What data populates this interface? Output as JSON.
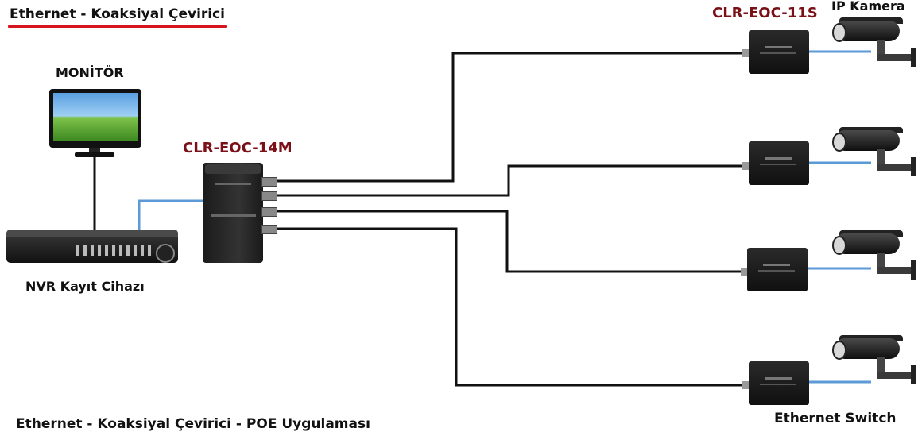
{
  "header": {
    "title": "Ethernet - Koaksiyal Çevirici"
  },
  "labels": {
    "monitor": "MONİTÖR",
    "nvr": "NVR Kayıt Cihazı",
    "hub_model": "CLR-EOC-14M",
    "converter_model": "CLR-EOC-11S",
    "ip_camera": "IP Kamera",
    "ethernet_switch": "Ethernet Switch"
  },
  "footer": {
    "caption": "Ethernet - Koaksiyal Çevirici - POE Uygulaması"
  },
  "colors": {
    "coax_cable": "#111111",
    "ethernet_cable": "#5b9ad6",
    "title_underline": "#d6141e",
    "model_label": "#7a1018"
  },
  "icons": [
    "monitor-icon",
    "nvr-recorder-icon",
    "coax-hub-icon",
    "converter-icon",
    "ip-camera-icon"
  ]
}
